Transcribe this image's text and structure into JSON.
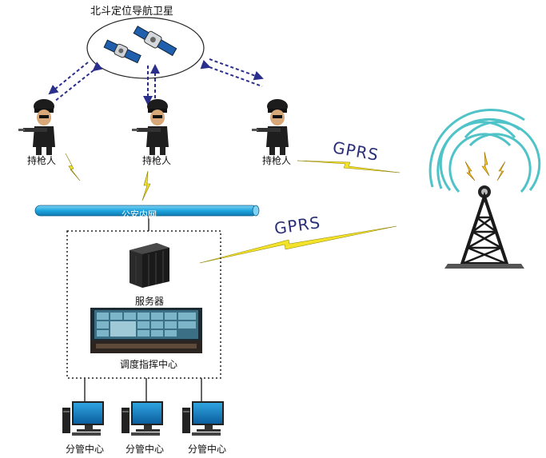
{
  "satellite": {
    "title": "北斗定位导航卫星"
  },
  "officers": [
    {
      "label": "持枪人"
    },
    {
      "label": "持枪人"
    },
    {
      "label": "持枪人"
    }
  ],
  "links": {
    "gprs_top": "GPRS",
    "gprs_mid": "GPRS"
  },
  "network": {
    "label": "公安内网"
  },
  "server": {
    "label": "服务器"
  },
  "command_center": {
    "label": "调度指挥中心"
  },
  "branches": [
    {
      "label": "分管中心"
    },
    {
      "label": "分管中心"
    },
    {
      "label": "分管中心"
    }
  ],
  "colors": {
    "dashed_arrow": "#2b2f8c",
    "lightning": "#f2e22a",
    "network_pipe": "#1ea6e0",
    "tower_arcs": "#4fc3c8"
  }
}
